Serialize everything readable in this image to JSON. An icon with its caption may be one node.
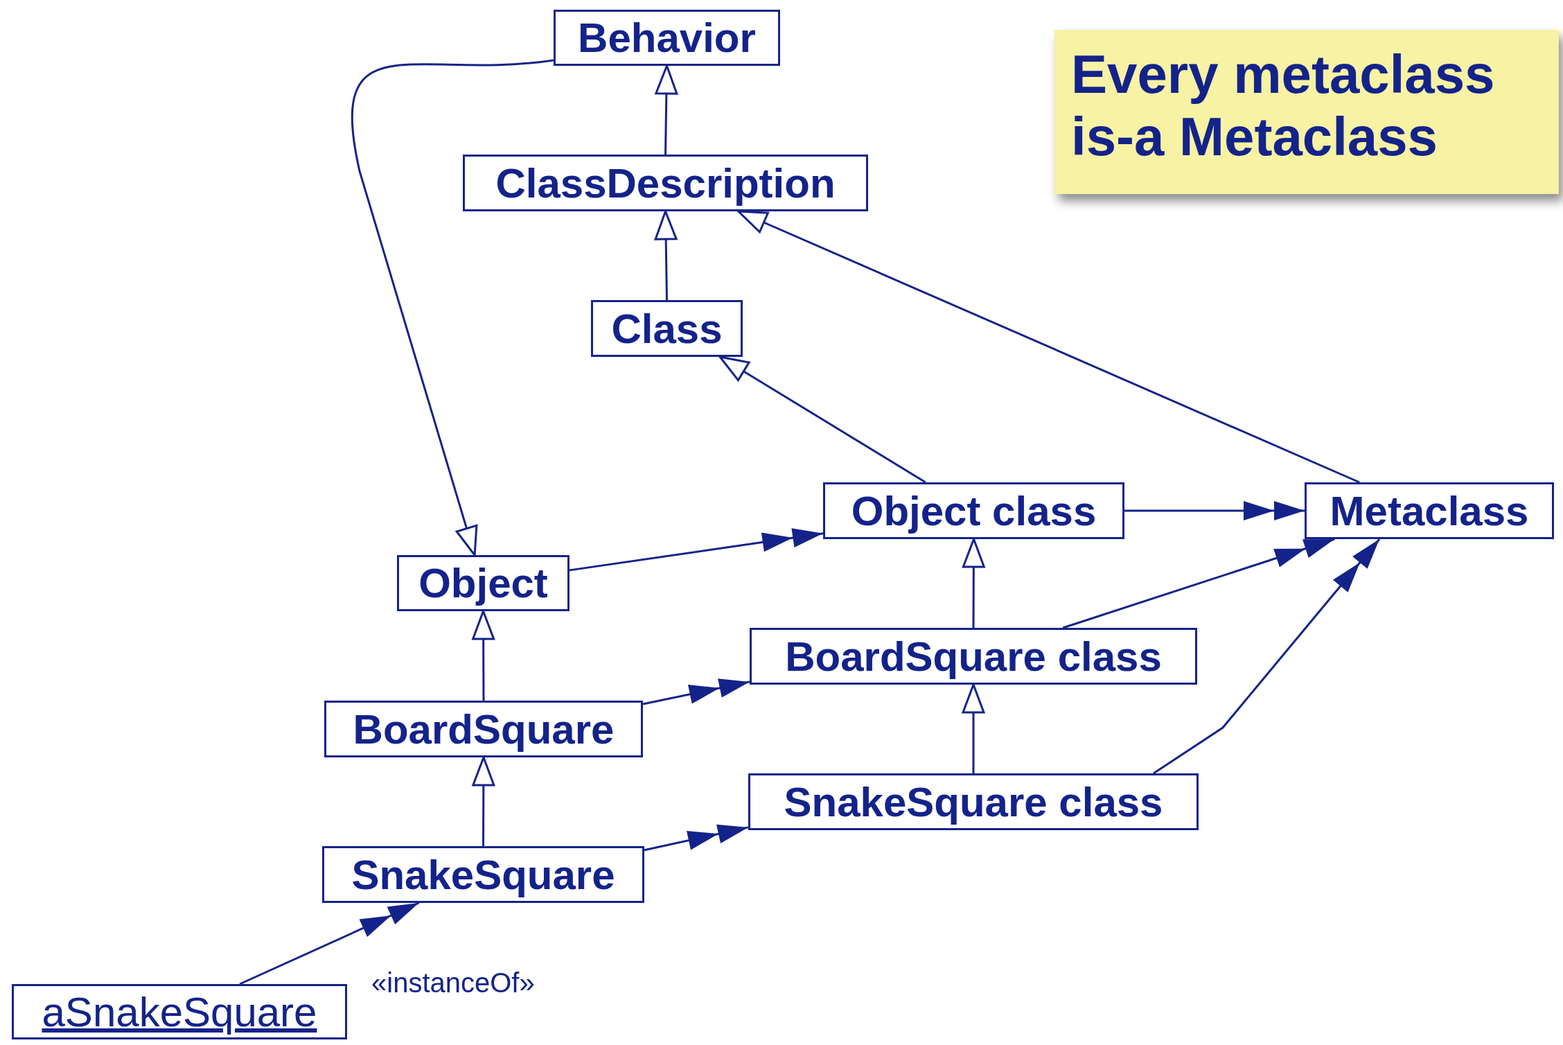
{
  "diagram": {
    "nodes": [
      {
        "text": [
          "Behavior"
        ]
      },
      {
        "text": [
          "ClassDescription"
        ]
      },
      {
        "text": [
          "Class"
        ]
      },
      {
        "text": [
          "Object class"
        ]
      },
      {
        "text": [
          "Metaclass"
        ]
      },
      {
        "text": [
          "Object"
        ]
      },
      {
        "text": [
          "BoardSquare class"
        ]
      },
      {
        "text": [
          "BoardSquare"
        ]
      },
      {
        "text": [
          "SnakeSquare class"
        ]
      },
      {
        "text": [
          "SnakeSquare"
        ]
      },
      {
        "text": [
          "aSnakeSquare"
        ]
      },
      {
        "text": [
          "Every metaclass is-a Metaclass"
        ]
      }
    ],
    "edges": [
      {
        "from": 1,
        "to": 0,
        "arrow": "to"
      },
      {
        "from": 2,
        "to": 1,
        "arrow": "to"
      },
      {
        "from": 3,
        "to": 2,
        "arrow": "to"
      },
      {
        "from": 4,
        "to": 1,
        "arrow": "to"
      },
      {
        "from": 0,
        "to": 5,
        "arrow": "to"
      },
      {
        "from": 5,
        "to": 3,
        "arrow": "to"
      },
      {
        "from": 3,
        "to": 4,
        "arrow": "to"
      },
      {
        "from": 6,
        "to": 3,
        "arrow": "to"
      },
      {
        "from": 6,
        "to": 4,
        "arrow": "to"
      },
      {
        "from": 8,
        "to": 6,
        "arrow": "to"
      },
      {
        "from": 8,
        "to": 4,
        "arrow": "to"
      },
      {
        "from": 7,
        "to": 5,
        "arrow": "to"
      },
      {
        "from": 7,
        "to": 6,
        "arrow": "to"
      },
      {
        "from": 9,
        "to": 7,
        "arrow": "to"
      },
      {
        "from": 9,
        "to": 8,
        "arrow": "to"
      },
      {
        "from": 10,
        "to": 9,
        "arrow": "to",
        "label": "«instanceOf»"
      }
    ]
  }
}
